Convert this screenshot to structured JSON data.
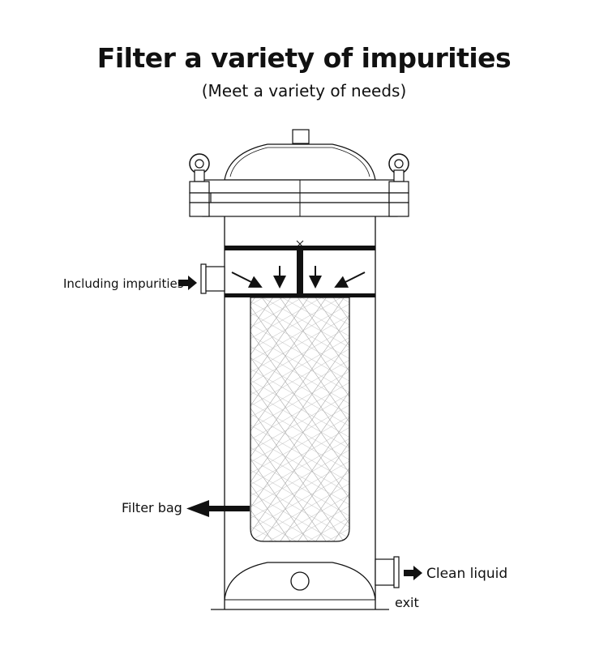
{
  "header": {
    "title": "Filter a variety of impurities",
    "subtitle": "(Meet a variety of needs)"
  },
  "labels": {
    "inlet": "Including impurities",
    "filter_bag": "Filter bag",
    "outlet": "Clean liquid",
    "exit": "exit"
  },
  "colors": {
    "line": "#111111",
    "mesh": "#9a9a9a",
    "background": "#ffffff"
  }
}
